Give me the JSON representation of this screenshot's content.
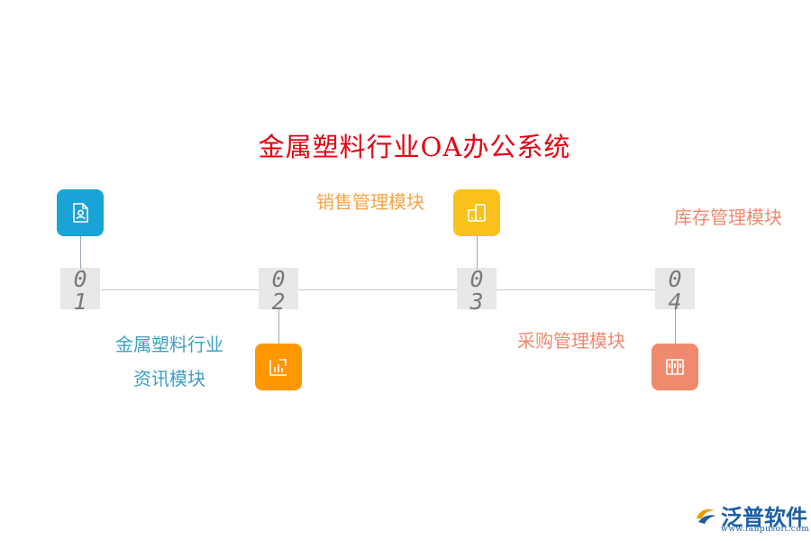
{
  "title": "金属塑料行业OA办公系统",
  "steps": [
    {
      "num_top": "0",
      "num_bottom": "1",
      "label_line1": "金属塑料行业",
      "label_line2": "资讯模块",
      "color": "#1aa3d6",
      "icon": "document-user-icon"
    },
    {
      "num_top": "0",
      "num_bottom": "2",
      "label": "销售管理模块",
      "color": "#ff9700",
      "icon": "bar-chart-icon"
    },
    {
      "num_top": "0",
      "num_bottom": "3",
      "label": "采购管理模块",
      "color": "#f9c11a",
      "icon": "mobile-devices-icon"
    },
    {
      "num_top": "0",
      "num_bottom": "4",
      "label": "库存管理模块",
      "color": "#f08a6e",
      "icon": "columns-icon"
    }
  ],
  "label_colors": {
    "step1": "#3f9fc2",
    "step2": "#f5a44a",
    "step3": "#f08a6e",
    "step4": "#f08a6e"
  },
  "logo": {
    "name": "泛普软件",
    "url": "www.fanpusoft.com",
    "color": "#1a5fa6"
  }
}
